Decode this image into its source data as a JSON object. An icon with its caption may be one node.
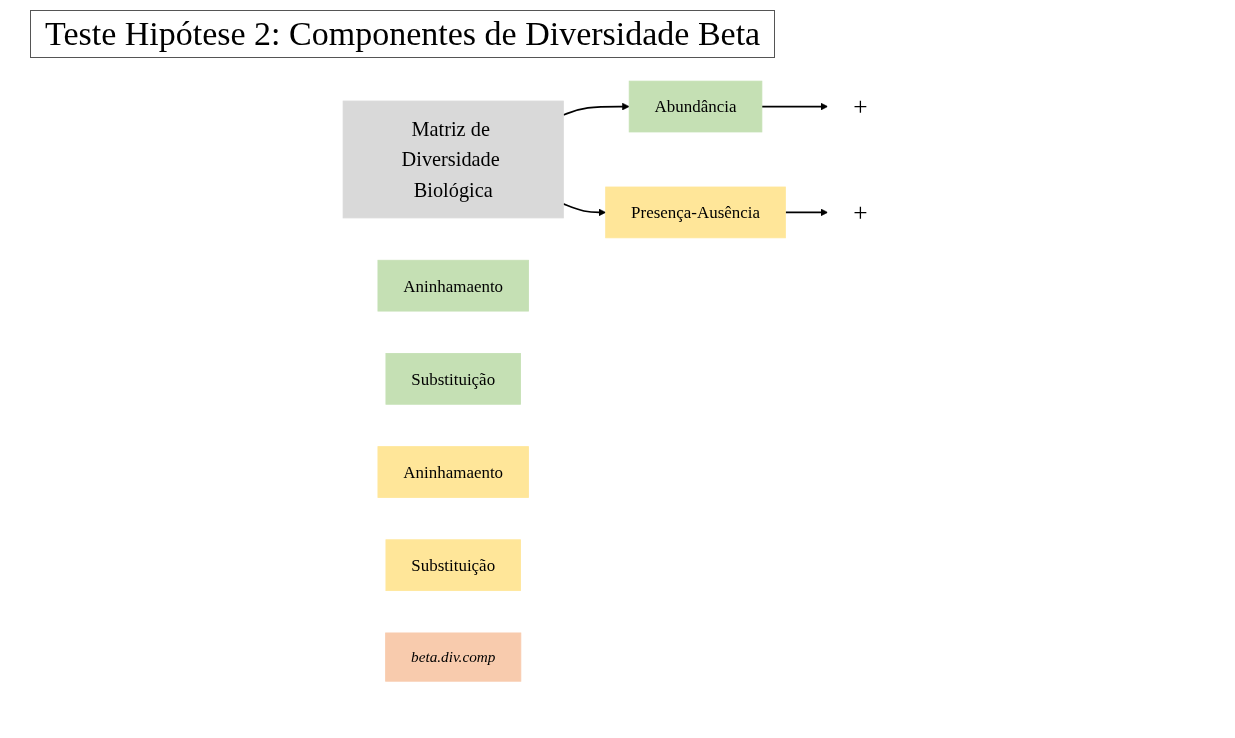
{
  "diagram": {
    "title": "Teste Hipótese 2: Componentes de Diversidade Beta",
    "nodes": [
      {
        "text": [
          "Matriz de Diversidade Biológica"
        ]
      },
      {
        "text": [
          "Abundância"
        ]
      },
      {
        "text": [
          "Presença-Ausência"
        ]
      },
      {
        "text": [
          "Aninhamaento"
        ]
      },
      {
        "text": [
          "+"
        ]
      },
      {
        "text": [
          "Substituição"
        ]
      },
      {
        "text": [
          "Aninhamaento"
        ]
      },
      {
        "text": [
          "+"
        ]
      },
      {
        "text": [
          "Substituição"
        ]
      },
      {
        "text": [
          "beta.div.comp"
        ]
      }
    ],
    "edges": [
      {
        "from": 0,
        "to": 1,
        "arrow": "to"
      },
      {
        "from": 0,
        "to": 2,
        "arrow": "to"
      },
      {
        "from": 1,
        "to": 4,
        "arrow": "to"
      },
      {
        "from": 2,
        "to": 7,
        "arrow": "to"
      }
    ]
  }
}
